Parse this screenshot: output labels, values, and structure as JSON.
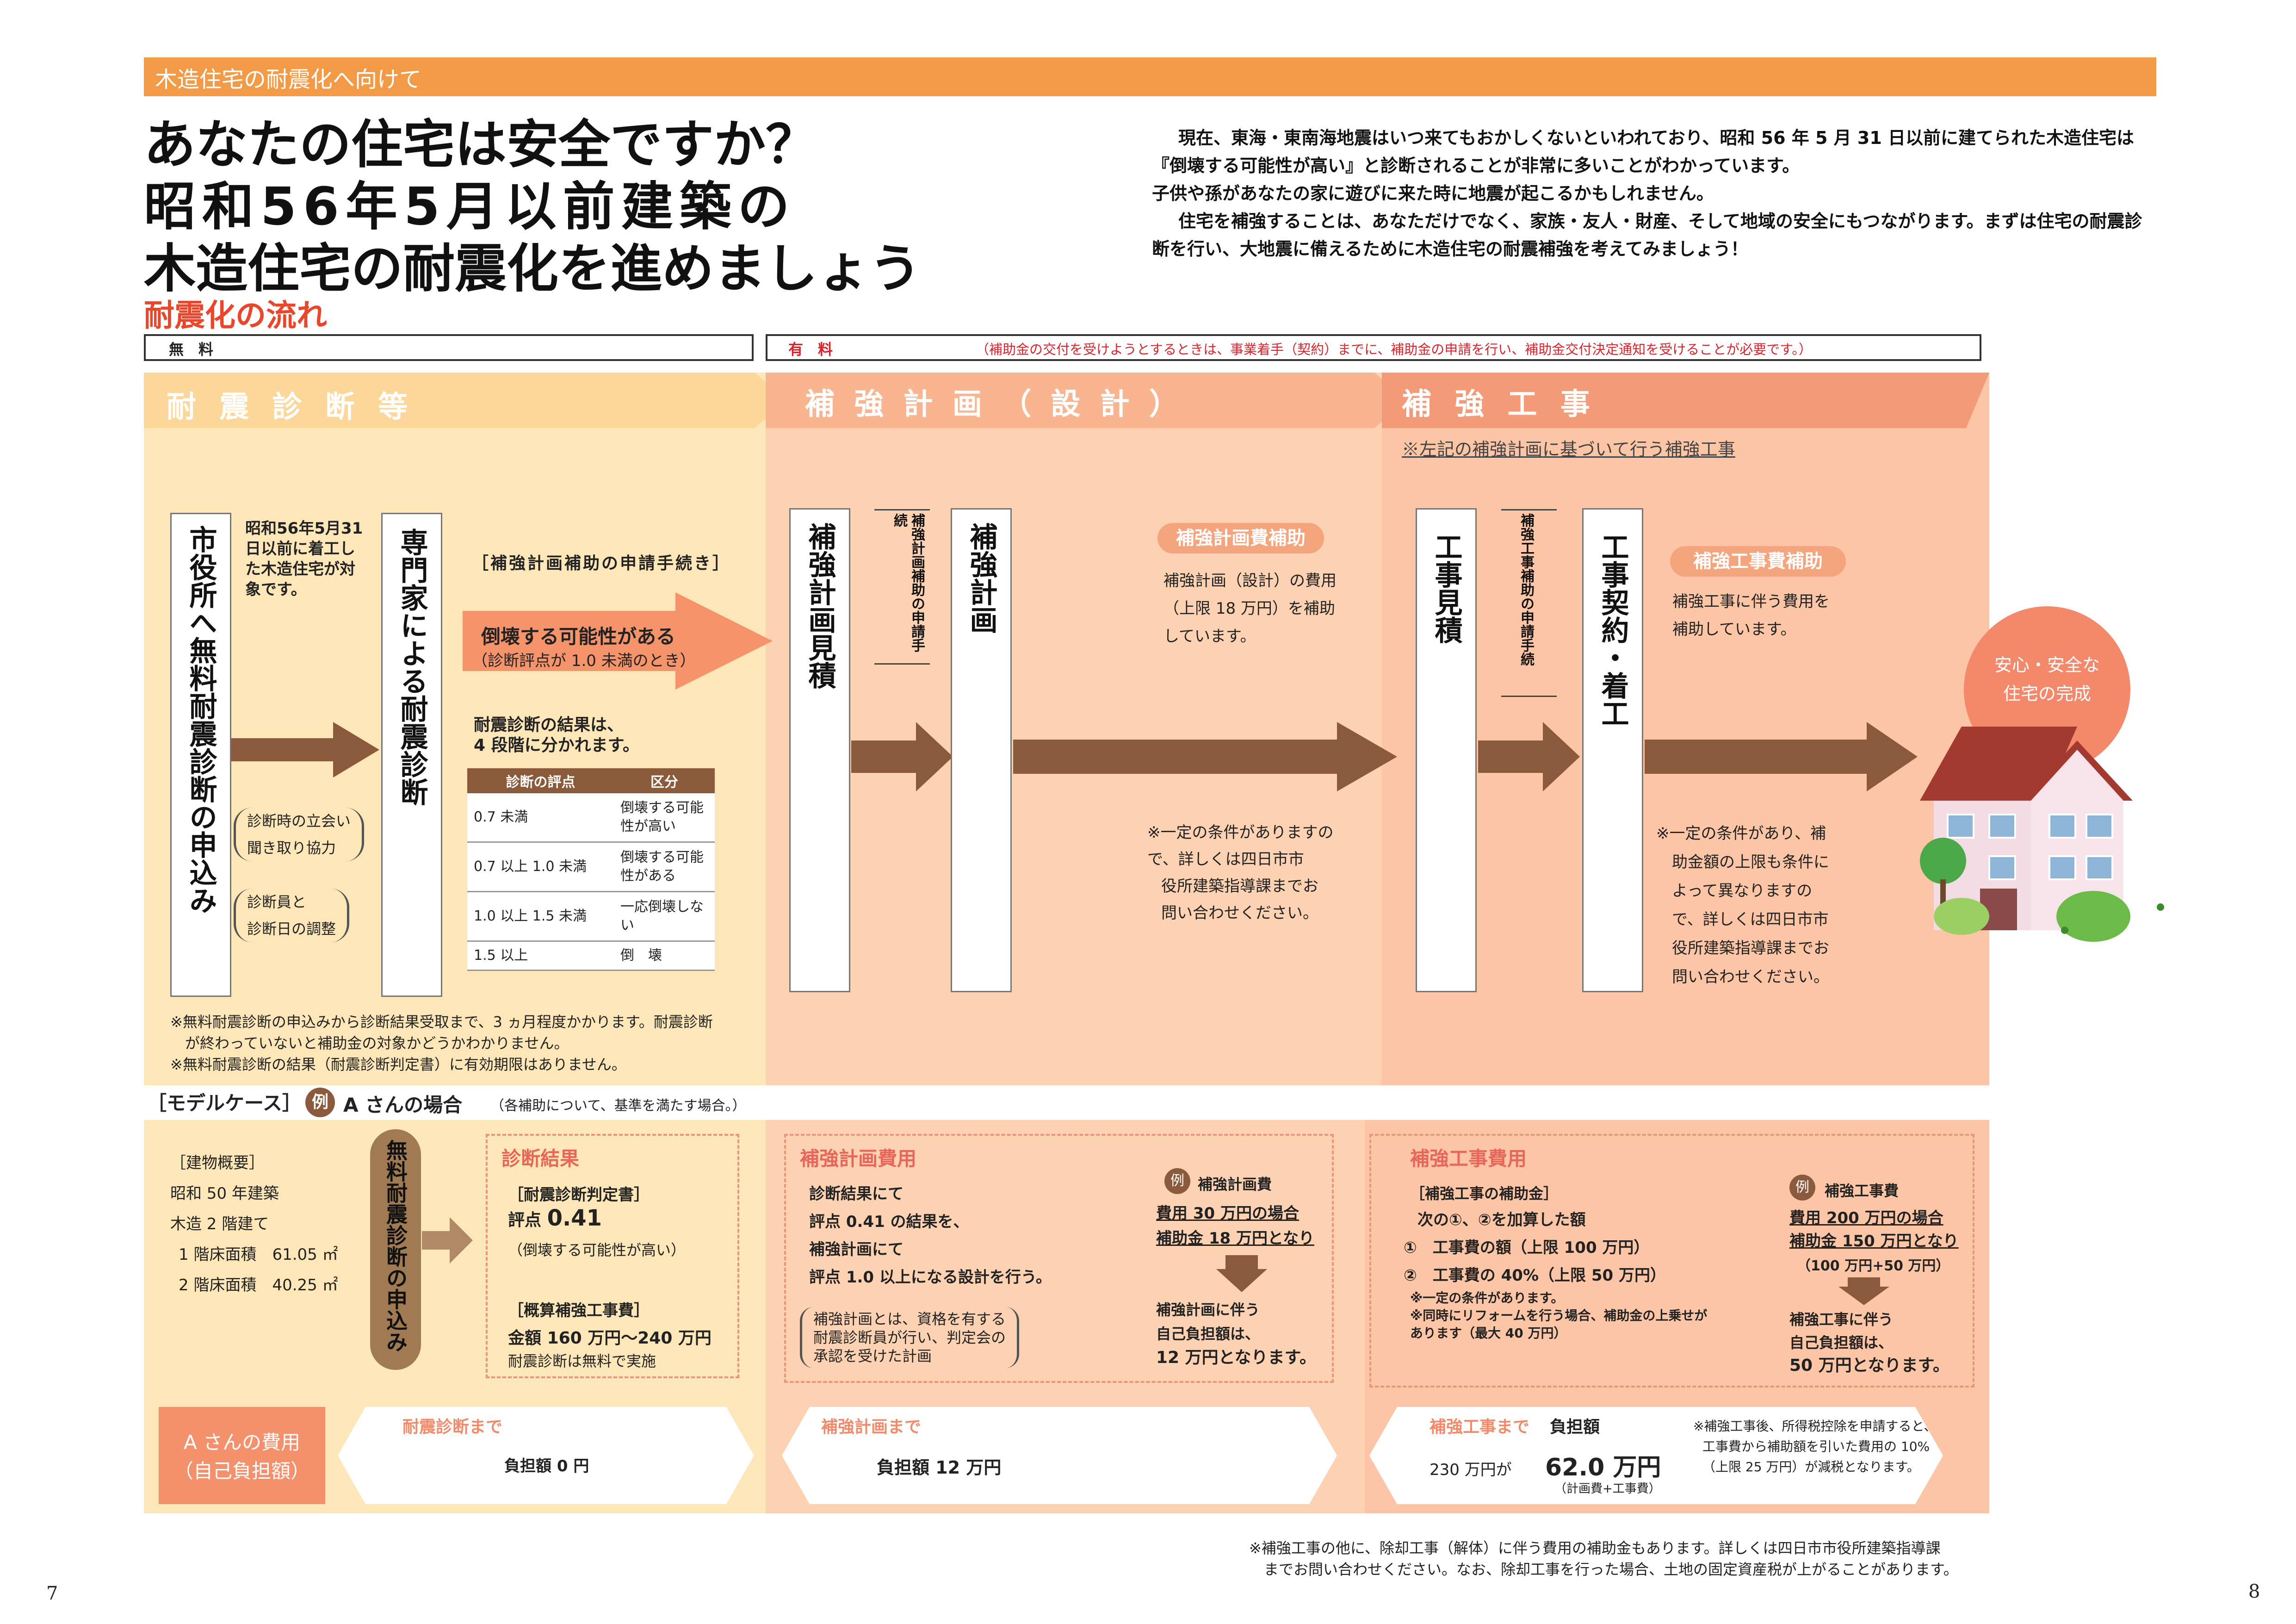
{
  "header": {
    "bar": "木造住宅の耐震化へ向けて",
    "title_lines": [
      "あなたの住宅は安全ですか？",
      "昭和56年5月以前建築の",
      "木造住宅の耐震化を進めましょう"
    ],
    "intro": [
      "現在、東海・東南海地震はいつ来てもおかしくないといわれており、昭和 56 年 5 月 31 日以前に建てられた木造住宅は『倒壊する可能性が高い』と診断されることが非常に多いことがわかっています。",
      "子供や孫があなたの家に遊びに来た時に地震が起こるかもしれません。",
      "住宅を補強することは、あなただけでなく、家族・友人・財産、そして地域の安全にもつながります。まずは住宅の耐震診断を行い、大地震に備えるために木造住宅の耐震補強を考えてみましょう！"
    ]
  },
  "flow": {
    "title": "耐震化の流れ",
    "free_label": "無　料",
    "paid_label": "有　料",
    "paid_note": "（補助金の交付を受けようとするときは、事業着手（契約）までに、補助金の申請を行い、補助金交付決定通知を受けることが必要です。）",
    "stage1": "耐 震 診 断 等",
    "stage2": "補 強 計 画 （ 設 計 ）",
    "stage3": "補 強 工 事",
    "stage3_note": "※左記の補強計画に基づいて行う補強工事",
    "box_city": "市役所へ無料耐震診断の申込み",
    "target_note": "昭和56年5月31日以前に着工した木造住宅が対象です。",
    "box_expert": "専門家による耐震診断",
    "bracket1a": "診断時の立会い",
    "bracket1b": "聞き取り協力",
    "bracket2a": "診断員と",
    "bracket2b": "診断日の調整",
    "apply_label": "［補強計画補助の申請手続き］",
    "arrow_text1": "倒壊する可能性がある",
    "arrow_text2": "（診断評点が 1.0 未満のとき）",
    "result_note1": "耐震診断の結果は、",
    "result_note2": "4 段階に分かれます。",
    "table_headers": [
      "診断の評点",
      "区分"
    ],
    "table_rows": [
      [
        "0.7 未満",
        "倒壊する可能性が高い"
      ],
      [
        "0.7 以上 1.0 未満",
        "倒壊する可能性がある"
      ],
      [
        "1.0 以上 1.5 未満",
        "一応倒壊しない"
      ],
      [
        "1.5 以上",
        "倒　壊"
      ]
    ],
    "footnote1": "※無料耐震診断の申込みから診断結果受取まで、3 ヵ月程度かかります。耐震診断",
    "footnote1b": "が終わっていないと補助金の対象かどうかわかりません。",
    "footnote2": "※無料耐震診断の結果（耐震診断判定書）に有効期限はありません。",
    "box_plan_estimate": "補強計画見積",
    "bracket_plan": "補強計画補助の申請手続",
    "box_plan": "補強計画",
    "plan_subsidy_title": "補強計画費補助",
    "plan_subsidy_text": [
      "補強計画（設計）の費用",
      "（上限 18 万円）を補助",
      "しています。"
    ],
    "plan_note": [
      "※一定の条件がありますので、詳しくは四日市市",
      "役所建築指導課までお",
      "問い合わせください。"
    ],
    "box_work_estimate": "工事見積",
    "bracket_work": "補強工事補助の申請手続",
    "box_work": "工事契約・着工",
    "work_subsidy_title": "補強工事費補助",
    "work_subsidy_text": [
      "補強工事に伴う費用を",
      "補助しています。"
    ],
    "work_note": [
      "※一定の条件があり、補",
      "助金額の上限も条件に",
      "よって異なりますの",
      "で、詳しくは四日市市",
      "役所建築指導課までお",
      "問い合わせください。"
    ],
    "complete": [
      "安心・安全な",
      "住宅の完成"
    ]
  },
  "model": {
    "label": "［モデルケース］",
    "example": "例",
    "case_name": "A さんの場合",
    "case_note": "（各補助について、基準を満たす場合。）",
    "building_title": "［建物概要］",
    "building": [
      "昭和 50 年建築",
      "木造 2 階建て",
      "1 階床面積　61.05 ㎡",
      "2 階床面積　40.25 ㎡"
    ],
    "free_apply": "無料耐震診断の申込み",
    "diag_title": "診断結果",
    "diag_sub1": "［耐震診断判定書］",
    "diag_score_label": "評点",
    "diag_score": "0.41",
    "diag_score_note": "（倒壊する可能性が高い）",
    "diag_sub2": "［概算補強工事費］",
    "diag_cost_label": "金額",
    "diag_cost": "160 万円〜240 万円",
    "diag_free": "耐震診断は無料で実施",
    "plan_title": "補強計画費用",
    "plan_lines": [
      "診断結果にて",
      "評点 0.41 の結果を、",
      "補強計画にて",
      "評点 1.0 以上になる設計を行う。"
    ],
    "plan_bracket": [
      "補強計画とは、資格を有する",
      "耐震診断員が行い、判定会の",
      "承認を受けた計画"
    ],
    "plan_ex_title": "補強計画費",
    "plan_ex_cost": "費用 30 万円の場合",
    "plan_ex_sub": "補助金 18 万円となり",
    "plan_ex_res": [
      "補強計画に伴う",
      "自己負担額は、",
      "12 万円となります。"
    ],
    "work_title": "補強工事費用",
    "work_sub": "［補強工事の補助金］",
    "work_lines": [
      "次の①、②を加算した額",
      "①　工事費の額（上限 100 万円）",
      "②　工事費の 40%（上限 50 万円）"
    ],
    "work_notes": [
      "※一定の条件があります。",
      "※同時にリフォームを行う場合、補助金の上乗せが",
      "あります（最大 40 万円）"
    ],
    "work_ex_title": "補強工事費",
    "work_ex_cost": "費用 200 万円の場合",
    "work_ex_sub": "補助金 150 万円となり",
    "work_ex_sub2": "（100 万円+50 万円）",
    "work_ex_res": [
      "補強工事に伴う",
      "自己負担額は、",
      "50 万円となります。"
    ],
    "cost_label": [
      "A さんの費用",
      "（自己負担額）"
    ],
    "cost1_title": "耐震診断まで",
    "cost1_value": "負担額 0 円",
    "cost2_title": "補強計画まで",
    "cost2_value": "負担額 12 万円",
    "cost3_title": "補強工事まで",
    "cost3_label": "負担額",
    "cost3_a": "230 万円が",
    "cost3_b": "62.0 万円",
    "cost3_c": "（計画費+工事費）",
    "tax_note": [
      "※補強工事後、所得税控除を申請すると、",
      "工事費から補助額を引いた費用の 10%",
      "（上限 25 万円）が減税となります。"
    ]
  },
  "footer": {
    "note1": "※補強工事の他に、除却工事（解体）に伴う費用の補助金もあります。詳しくは四日市市役所建築指導課",
    "note2": "までお問い合わせください。なお、除却工事を行った場合、土地の固定資産税が上がることがあります。",
    "page_left": "7",
    "page_right": "8"
  },
  "colors": {
    "orange": "#f39a47",
    "arrow": "#8b5a3c",
    "red": "#e8472c",
    "stage1": "#fdd79a",
    "stage2": "#f8b58f",
    "stage3": "#f39a78"
  }
}
